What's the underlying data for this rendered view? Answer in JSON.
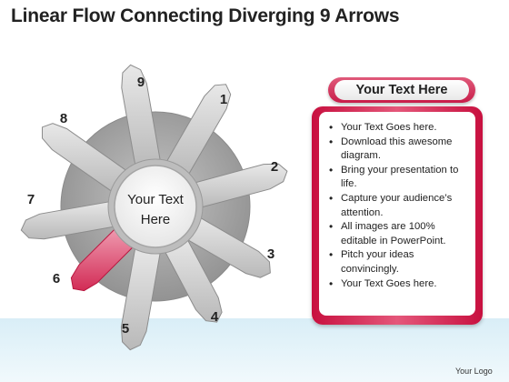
{
  "title": "Linear Flow Connecting Diverging 9 Arrows",
  "center_text_line1": "Your Text",
  "center_text_line2": "Here",
  "arrows": [
    {
      "label": "1",
      "highlight": false
    },
    {
      "label": "2",
      "highlight": false
    },
    {
      "label": "3",
      "highlight": false
    },
    {
      "label": "4",
      "highlight": false
    },
    {
      "label": "5",
      "highlight": false
    },
    {
      "label": "6",
      "highlight": true
    },
    {
      "label": "7",
      "highlight": false
    },
    {
      "label": "8",
      "highlight": false
    },
    {
      "label": "9",
      "highlight": false
    }
  ],
  "panel": {
    "header": "Your Text Here",
    "bullets": [
      "Your Text Goes here.",
      "Download this awesome diagram.",
      "Bring your presentation to life.",
      "Capture your audience’s attention.",
      "All images are 100% editable in PowerPoint.",
      "Pitch your ideas convincingly.",
      "Your Text Goes here."
    ]
  },
  "logo": "Your Logo",
  "colors": {
    "accent": "#d0214e",
    "arrow_gray": "#c9c9c9",
    "arrow_outline": "#8c8c8c",
    "hub_gray": "#a8a8a8"
  }
}
